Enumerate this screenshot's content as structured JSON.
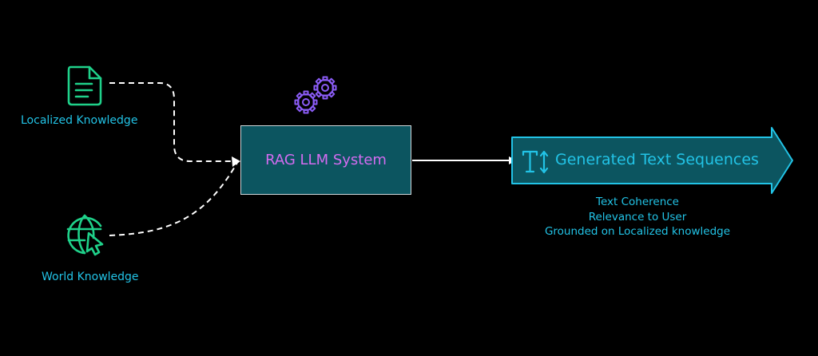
{
  "sources": {
    "localized_label": "Localized Knowledge",
    "world_label": "World Knowledge"
  },
  "system": {
    "title": "RAG LLM System"
  },
  "output": {
    "title": "Generated Text Sequences",
    "notes": [
      "Text Coherence",
      "Relevance to User",
      "Grounded on Localized knowledge"
    ]
  },
  "colors": {
    "background": "#000000",
    "source_icon": "#1fd18a",
    "label_text": "#22c3e6",
    "system_fill": "#0c5560",
    "system_title": "#d36cf0",
    "gear_icon": "#8b5cf6",
    "output_fill": "#0c5560",
    "output_border": "#22c3e6",
    "connector": "#ffffff"
  },
  "icons": {
    "localized": "document-icon",
    "world": "globe-cursor-icon",
    "system": "gears-icon",
    "output": "text-height-icon"
  }
}
